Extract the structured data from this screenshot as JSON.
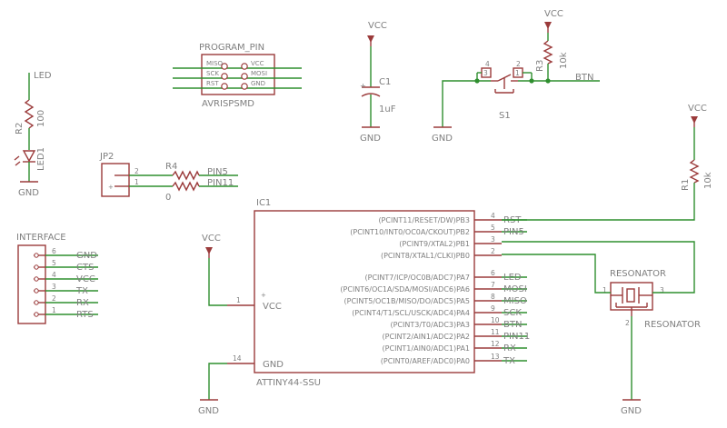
{
  "program_pin": {
    "title": "PROGRAM_PIN",
    "name": "AVRISPSMD",
    "pins": [
      "MISO",
      "SCK",
      "RST",
      "VCC",
      "MOSI",
      "GND"
    ]
  },
  "led_section": {
    "net_label": "LED",
    "resistor": "R2",
    "resistor_value": "100",
    "led": "LED1",
    "gnd": "GND"
  },
  "capacitor": {
    "vcc": "VCC",
    "name": "C1",
    "value": "1uF",
    "gnd": "GND"
  },
  "button": {
    "vcc": "VCC",
    "resistor": "R3",
    "resistor_value": "10k",
    "pin4": "4",
    "pin3": "3",
    "pin2": "2",
    "pin1": "1",
    "switch": "S1",
    "net": "BTN",
    "gnd": "GND"
  },
  "jp2": {
    "name": "JP2",
    "r4": "R4",
    "r4_value": "0",
    "pin2": "2",
    "pin1": "1",
    "net_pin5": "PIN5",
    "net_pin11": "PIN11"
  },
  "interface": {
    "title": "INTERFACE",
    "pins": [
      {
        "num": "6",
        "net": "GND"
      },
      {
        "num": "5",
        "net": "CTS"
      },
      {
        "num": "4",
        "net": "VCC"
      },
      {
        "num": "3",
        "net": "TX"
      },
      {
        "num": "2",
        "net": "RX"
      },
      {
        "num": "1",
        "net": "RTS"
      }
    ]
  },
  "ic": {
    "name": "IC1",
    "part": "ATTINY44-SSU",
    "vcc_pin_num": "1",
    "vcc_pin_name": "VCC",
    "gnd_pin_num": "14",
    "gnd_pin_name": "GND",
    "vcc_net": "VCC",
    "gnd_net": "GND",
    "right_pins": [
      {
        "fn": "(PCINT11/RESET/DW)PB3",
        "num": "4",
        "net": "RST"
      },
      {
        "fn": "(PCINT10/INT0/OC0A/CKOUT)PB2",
        "num": "5",
        "net": "PIN5"
      },
      {
        "fn": "(PCINT9/XTAL2)PB1",
        "num": "3",
        "net": ""
      },
      {
        "fn": "(PCINT8/XTAL1/CLKI)PB0",
        "num": "2",
        "net": ""
      },
      {
        "fn": "(PCINT7/ICP/OC0B/ADC7)PA7",
        "num": "6",
        "net": "LED"
      },
      {
        "fn": "(PCINT6/OC1A/SDA/MOSI/ADC6)PA6",
        "num": "7",
        "net": "MOSI"
      },
      {
        "fn": "(PCINT5/OC1B/MISO/DO/ADC5)PA5",
        "num": "8",
        "net": "MISO"
      },
      {
        "fn": "(PCINT4/T1/SCL/USCK/ADC4)PA4",
        "num": "9",
        "net": "SCK"
      },
      {
        "fn": "(PCINT3/T0/ADC3)PA3",
        "num": "10",
        "net": "BTN"
      },
      {
        "fn": "(PCINT2/AIN1/ADC2)PA2",
        "num": "11",
        "net": "PIN11"
      },
      {
        "fn": "(PCINT1/AIN0/ADC1)PA1",
        "num": "12",
        "net": "RX"
      },
      {
        "fn": "(PCINT0/AREF/ADC0)PA0",
        "num": "13",
        "net": "TX"
      }
    ]
  },
  "r1": {
    "vcc": "VCC",
    "name": "R1",
    "value": "10k"
  },
  "resonator": {
    "name": "RESONATOR",
    "value": "RESONATOR",
    "pin1": "1",
    "pin2": "2",
    "pin3": "3",
    "gnd": "GND"
  }
}
